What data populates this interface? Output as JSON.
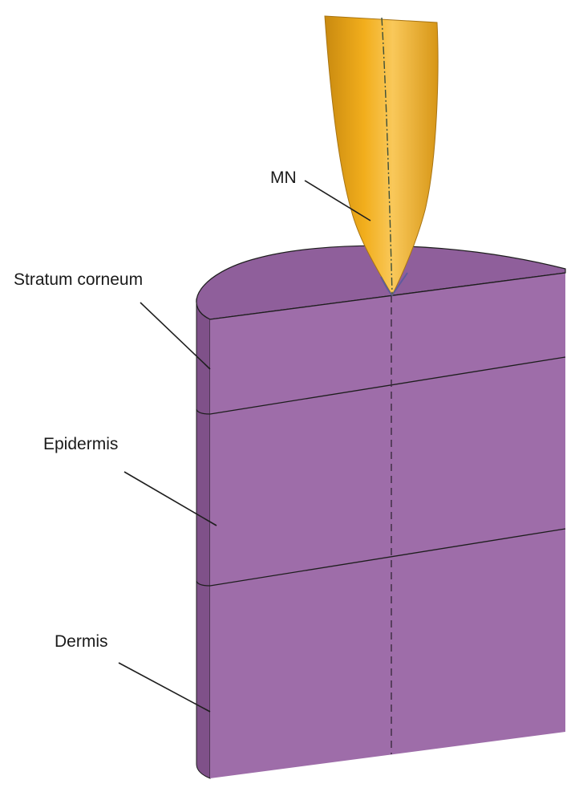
{
  "labels": {
    "needle": "MN",
    "layer1": "Stratum corneum",
    "layer2": "Epidermis",
    "layer3": "Dermis"
  },
  "colors": {
    "background": "#ffffff",
    "tissue_front": "#9e6da9",
    "tissue_top": "#8f5f9b",
    "tissue_side": "#7f5189",
    "needle_body": "#f2ae1c",
    "needle_dark": "#c98a10",
    "needle_highlight": "#f9c85a",
    "outline": "#1e1e1e"
  }
}
